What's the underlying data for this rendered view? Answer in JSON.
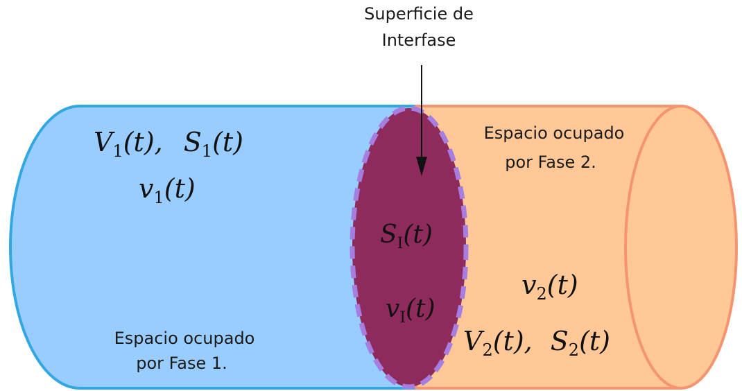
{
  "interface_label": {
    "line1": "Superficie de",
    "line2": "Interfase"
  },
  "phase1": {
    "region_text_line1": "Espacio ocupado",
    "region_text_line2": "por Fase 1.",
    "volume_surface": {
      "V": "V",
      "V_sub": "1",
      "S": "S",
      "S_sub": "1",
      "arg": "(t)",
      "sep": ",",
      "arg2": "(t)"
    },
    "velocity": {
      "v": "v",
      "v_sub": "1",
      "arg": "(t)"
    }
  },
  "phase2": {
    "region_text_line1": "Espacio ocupado",
    "region_text_line2": "por Fase 2.",
    "volume_surface": {
      "V": "V",
      "V_sub": "2",
      "S": "S",
      "S_sub": "2",
      "arg": "(t)",
      "sep": ",",
      "arg2": "(t)"
    },
    "velocity": {
      "v": "v",
      "v_sub": "2",
      "arg": "(t)"
    }
  },
  "interface": {
    "surface": {
      "S": "S",
      "S_sub": "I",
      "arg": "(t)"
    },
    "velocity": {
      "v": "v",
      "v_sub": "I",
      "arg": "(t)"
    }
  },
  "colors": {
    "phase1_fill": "#99ccff",
    "phase1_stroke": "#33a8e0",
    "phase2_fill": "#ffc896",
    "phase2_stroke": "#f59470",
    "interface_fill": "#8e2a5c",
    "interface_stroke": "#a57ee0"
  }
}
